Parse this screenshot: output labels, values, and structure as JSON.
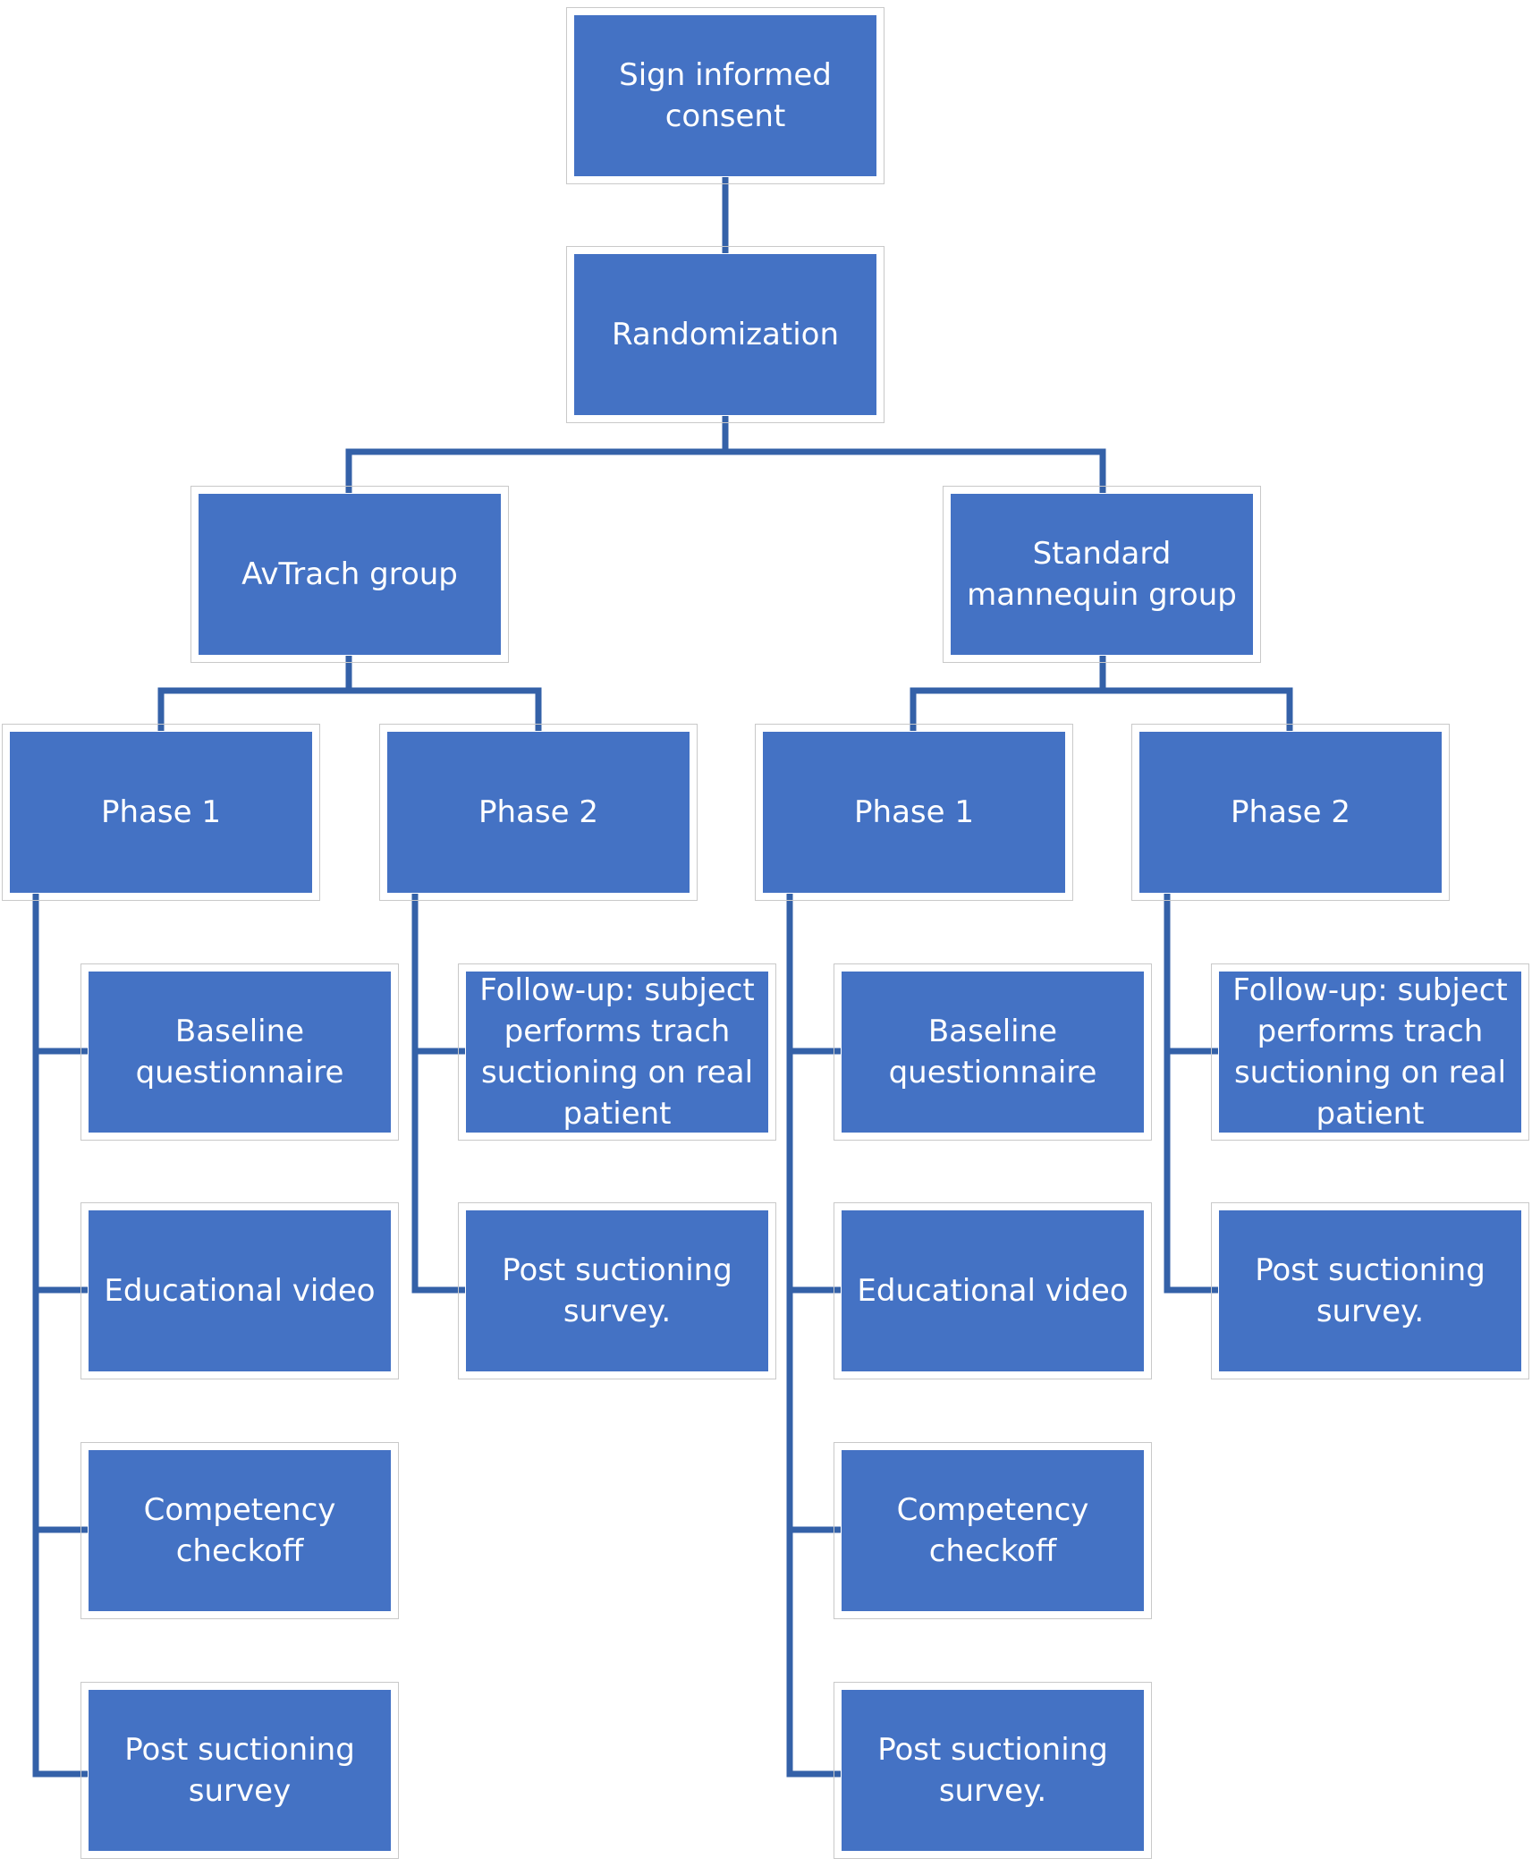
{
  "diagram": {
    "root": "Sign informed consent",
    "randomization": "Randomization",
    "avtrach": {
      "group": "AvTrach group",
      "phase1": {
        "title": "Phase 1",
        "steps": [
          "Baseline questionnaire",
          "Educational video",
          "Competency  checkoff",
          "Post suctioning survey"
        ]
      },
      "phase2": {
        "title": "Phase 2",
        "steps": [
          "Follow-up: subject performs trach suctioning on real patient",
          "Post suctioning survey."
        ]
      }
    },
    "standard": {
      "group": "Standard mannequin group",
      "phase1": {
        "title": "Phase 1",
        "steps": [
          "Baseline questionnaire",
          "Educational video",
          "Competency  checkoff",
          "Post suctioning survey."
        ]
      },
      "phase2": {
        "title": "Phase 2",
        "steps": [
          "Follow-up: subject performs trach suctioning on real patient",
          "Post suctioning survey."
        ]
      }
    },
    "colors": {
      "box_fill": "#4472c4",
      "connector": "#3461a8",
      "text": "#ffffff"
    }
  }
}
